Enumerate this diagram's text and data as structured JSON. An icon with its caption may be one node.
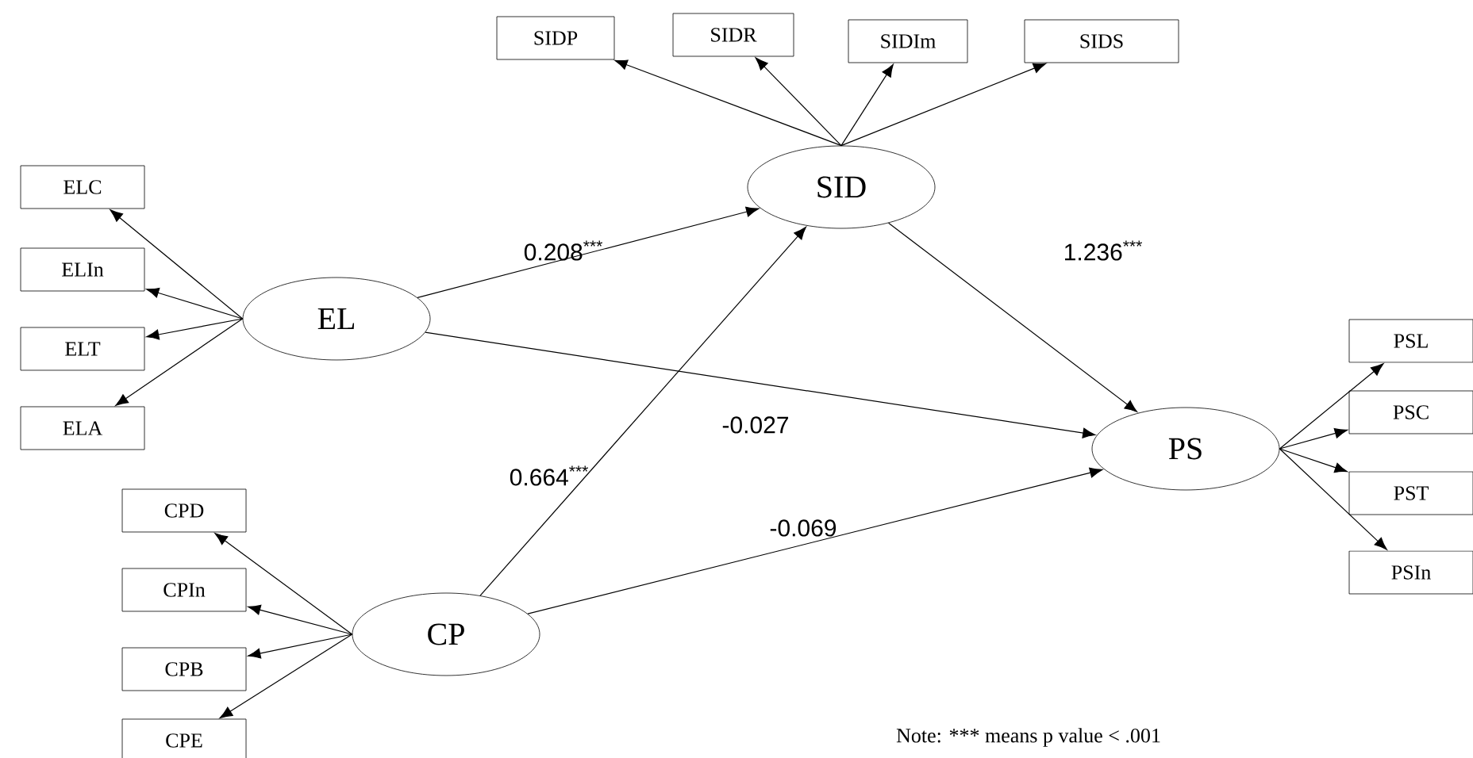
{
  "diagram": {
    "nodes": [
      {
        "text": [
          "EL"
        ]
      },
      {
        "text": [
          "ELC"
        ]
      },
      {
        "text": [
          "ELIn"
        ]
      },
      {
        "text": [
          "ELT"
        ]
      },
      {
        "text": [
          "ELA"
        ]
      },
      {
        "text": [
          "SID"
        ]
      },
      {
        "text": [
          "SIDP"
        ]
      },
      {
        "text": [
          "SIDR"
        ]
      },
      {
        "text": [
          "SIDIm"
        ]
      },
      {
        "text": [
          "SIDS"
        ]
      },
      {
        "text": [
          "CP"
        ]
      },
      {
        "text": [
          "CPD"
        ]
      },
      {
        "text": [
          "CPIn"
        ]
      },
      {
        "text": [
          "CPB"
        ]
      },
      {
        "text": [
          "CPE"
        ]
      },
      {
        "text": [
          "PS"
        ]
      },
      {
        "text": [
          "PSL"
        ]
      },
      {
        "text": [
          "PSC"
        ]
      },
      {
        "text": [
          "PST"
        ]
      },
      {
        "text": [
          "PSIn"
        ]
      }
    ],
    "edges": [
      {
        "from": 0,
        "to": 1,
        "arrow": "to"
      },
      {
        "from": 0,
        "to": 2,
        "arrow": "to"
      },
      {
        "from": 0,
        "to": 3,
        "arrow": "to"
      },
      {
        "from": 0,
        "to": 4,
        "arrow": "to"
      },
      {
        "from": 5,
        "to": 6,
        "arrow": "to"
      },
      {
        "from": 5,
        "to": 7,
        "arrow": "to"
      },
      {
        "from": 5,
        "to": 8,
        "arrow": "to"
      },
      {
        "from": 5,
        "to": 9,
        "arrow": "to"
      },
      {
        "from": 10,
        "to": 11,
        "arrow": "to"
      },
      {
        "from": 10,
        "to": 12,
        "arrow": "to"
      },
      {
        "from": 10,
        "to": 13,
        "arrow": "to"
      },
      {
        "from": 10,
        "to": 14,
        "arrow": "to"
      },
      {
        "from": 15,
        "to": 16,
        "arrow": "to"
      },
      {
        "from": 15,
        "to": 17,
        "arrow": "to"
      },
      {
        "from": 15,
        "to": 18,
        "arrow": "to"
      },
      {
        "from": 15,
        "to": 19,
        "arrow": "to"
      },
      {
        "from": 0,
        "to": 5,
        "arrow": "to",
        "label": "0.208$^{***}$"
      },
      {
        "from": 0,
        "to": 15,
        "arrow": "to",
        "label": "-0.027"
      },
      {
        "from": 10,
        "to": 5,
        "arrow": "to",
        "label": "0.664$^{***}$"
      },
      {
        "from": 10,
        "to": 15,
        "arrow": "to",
        "label": "-0.069"
      },
      {
        "from": 5,
        "to": 15,
        "arrow": "to",
        "label": "1.236$^{***}$"
      }
    ],
    "labels": [
      "Note: *** means p value < .001"
    ]
  }
}
